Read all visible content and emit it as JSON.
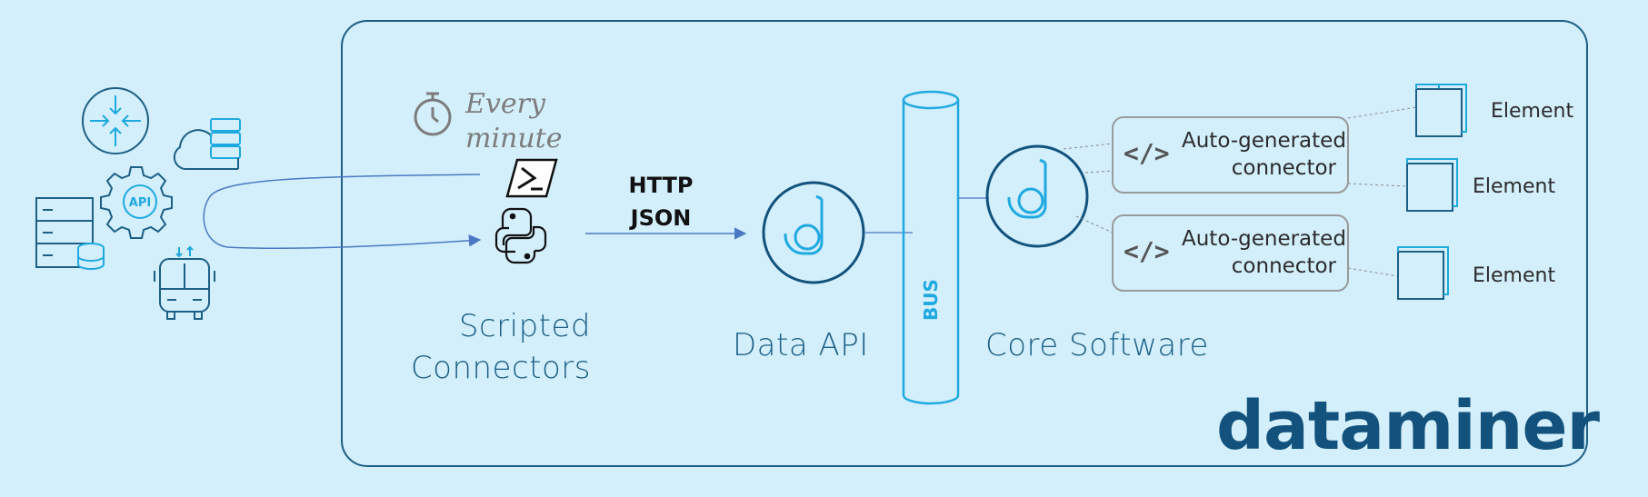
{
  "scripted": {
    "timer_line1": "Every",
    "timer_line2": "minute",
    "label_line1": "Scripted",
    "label_line2": "Connectors"
  },
  "protocol": {
    "line1": "HTTP",
    "line2": "JSON"
  },
  "data_api": {
    "label": "Data API"
  },
  "bus": {
    "label": "BUS"
  },
  "core": {
    "label": "Core Software"
  },
  "connectors": [
    {
      "line1": "Auto-generated",
      "line2": "connector",
      "code_glyph": "</>"
    },
    {
      "line1": "Auto-generated",
      "line2": "connector",
      "code_glyph": "</>"
    }
  ],
  "elements": [
    "Element",
    "Element",
    "Element"
  ],
  "source_icons": [
    "compress-arrows-icon",
    "cloud-server-icon",
    "api-gear-icon",
    "server-rack-database-icon",
    "bus-icon"
  ],
  "brand": {
    "logo_text": "dataminer"
  },
  "colors": {
    "background": "#d3effb",
    "frame": "#1d5f86",
    "accent": "#1fa9e1",
    "brand": "#12527d",
    "arrow": "#4a78c4"
  }
}
